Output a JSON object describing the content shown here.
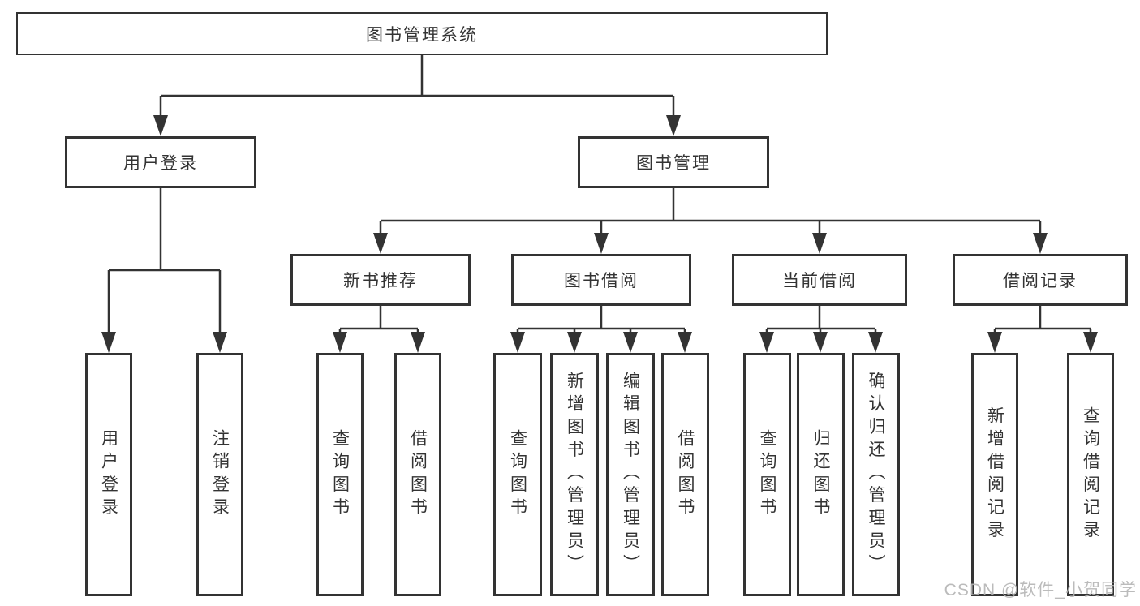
{
  "colors": {
    "line": "#333333",
    "text": "#333333",
    "box_background": "#ffffff",
    "watermark": "#b4b4b4"
  },
  "tree": {
    "root": "图书管理系统",
    "children": [
      {
        "label": "用户登录",
        "children": [
          "用户登录",
          "注销登录"
        ]
      },
      {
        "label": "图书管理",
        "children": [
          {
            "label": "新书推荐",
            "children": [
              "查询图书",
              "借阅图书"
            ]
          },
          {
            "label": "图书借阅",
            "children": [
              "查询图书",
              "新增图书（管理员）",
              "编辑图书（管理员）",
              "借阅图书"
            ]
          },
          {
            "label": "当前借阅",
            "children": [
              "查询图书",
              "归还图书",
              "确认归还（管理员）"
            ]
          },
          {
            "label": "借阅记录",
            "children": [
              "新增借阅记录",
              "查询借阅记录"
            ]
          }
        ]
      }
    ]
  },
  "watermark": {
    "text": "CSDN @软件_小贺同学"
  }
}
